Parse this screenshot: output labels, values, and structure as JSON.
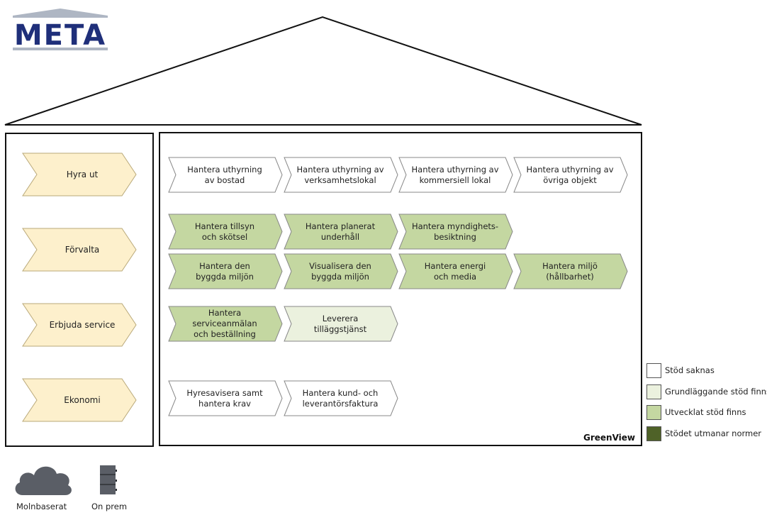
{
  "logo": {
    "text": "META",
    "color": "#1f2f7a",
    "accent": "#aeb6c3"
  },
  "colors": {
    "category_fill": "#fdf0cc",
    "none": "#ffffff",
    "basic": "#ebf1de",
    "developed": "#c4d7a1",
    "norms": "#4f6228",
    "stroke": "#888888"
  },
  "categories": [
    {
      "label": "Hyra ut"
    },
    {
      "label": "Förvalta"
    },
    {
      "label": "Erbjuda service"
    },
    {
      "label": "Ekonomi"
    }
  ],
  "processes": [
    {
      "label": "Hantera uthyrning\nav bostad",
      "level": "none"
    },
    {
      "label": "Hantera uthyrning av\nverksamhetslokal",
      "level": "none"
    },
    {
      "label": "Hantera uthyrning av\nkommersiell lokal",
      "level": "none"
    },
    {
      "label": "Hantera uthyrning av\növriga objekt",
      "level": "none"
    },
    {
      "label": "Hantera tillsyn\noch skötsel",
      "level": "developed"
    },
    {
      "label": "Hantera planerat\nunderhåll",
      "level": "developed"
    },
    {
      "label": "Hantera myndighets-\nbesiktning",
      "level": "developed"
    },
    {
      "label": "Hantera den\nbyggda miljön",
      "level": "developed"
    },
    {
      "label": "Visualisera den\nbyggda miljön",
      "level": "developed"
    },
    {
      "label": "Hantera energi\noch media",
      "level": "developed"
    },
    {
      "label": "Hantera miljö\n(hållbarhet)",
      "level": "developed"
    },
    {
      "label": "Hantera serviceanmälan\noch beställning",
      "level": "developed"
    },
    {
      "label": "Leverera\ntilläggstjänst",
      "level": "basic"
    },
    {
      "label": "Hyresavisera samt\nhantera krav",
      "level": "none"
    },
    {
      "label": "Hantera kund- och\nleverantörsfaktura",
      "level": "none"
    }
  ],
  "vendor": "GreenView",
  "legend": [
    {
      "label": "Stöd saknas",
      "level": "none"
    },
    {
      "label": "Grundläggande stöd finns",
      "level": "basic"
    },
    {
      "label": "Utvecklat stöd finns",
      "level": "developed"
    },
    {
      "label": "Stödet utmanar normer",
      "level": "norms"
    }
  ],
  "deployment": [
    {
      "label": "Molnbaserat",
      "icon": "cloud-icon",
      "color": "#5a5e66"
    },
    {
      "label": "On prem",
      "icon": "server-icon",
      "color": "#5a5e66"
    }
  ]
}
